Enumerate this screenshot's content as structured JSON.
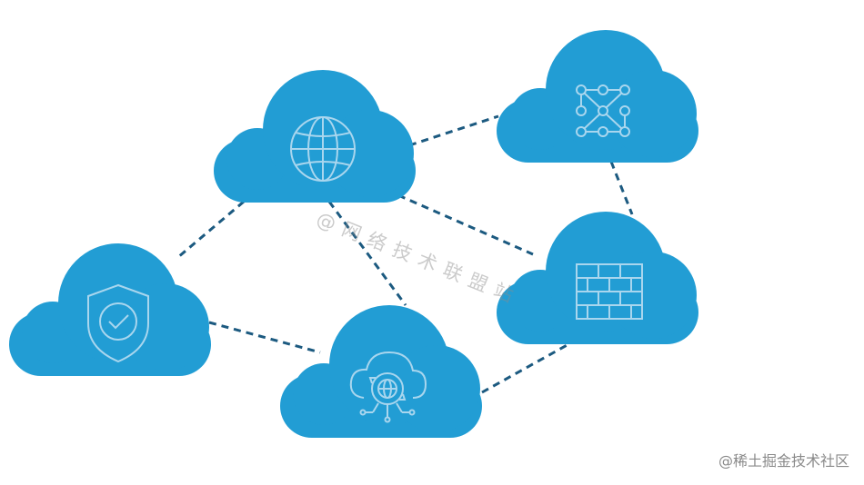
{
  "colors": {
    "cloud": "#229dd4",
    "icon": "#a9d6ee",
    "link": "#1c5a80",
    "background": "#ffffff"
  },
  "nodes": [
    {
      "id": "cloud-globe",
      "icon": "globe-icon"
    },
    {
      "id": "cloud-network",
      "icon": "network-graph-icon"
    },
    {
      "id": "cloud-shield",
      "icon": "shield-check-icon"
    },
    {
      "id": "cloud-firewall",
      "icon": "brick-wall-icon"
    },
    {
      "id": "cloud-cloud-sync",
      "icon": "cloud-sync-globe-icon"
    }
  ],
  "links": [
    [
      "cloud-globe",
      "cloud-network"
    ],
    [
      "cloud-globe",
      "cloud-shield"
    ],
    [
      "cloud-globe",
      "cloud-cloud-sync"
    ],
    [
      "cloud-globe",
      "cloud-firewall"
    ],
    [
      "cloud-network",
      "cloud-firewall"
    ],
    [
      "cloud-shield",
      "cloud-cloud-sync"
    ],
    [
      "cloud-cloud-sync",
      "cloud-firewall"
    ]
  ],
  "watermarks": {
    "center": "@网络技术联盟站",
    "corner": "@稀土掘金技术社区"
  }
}
